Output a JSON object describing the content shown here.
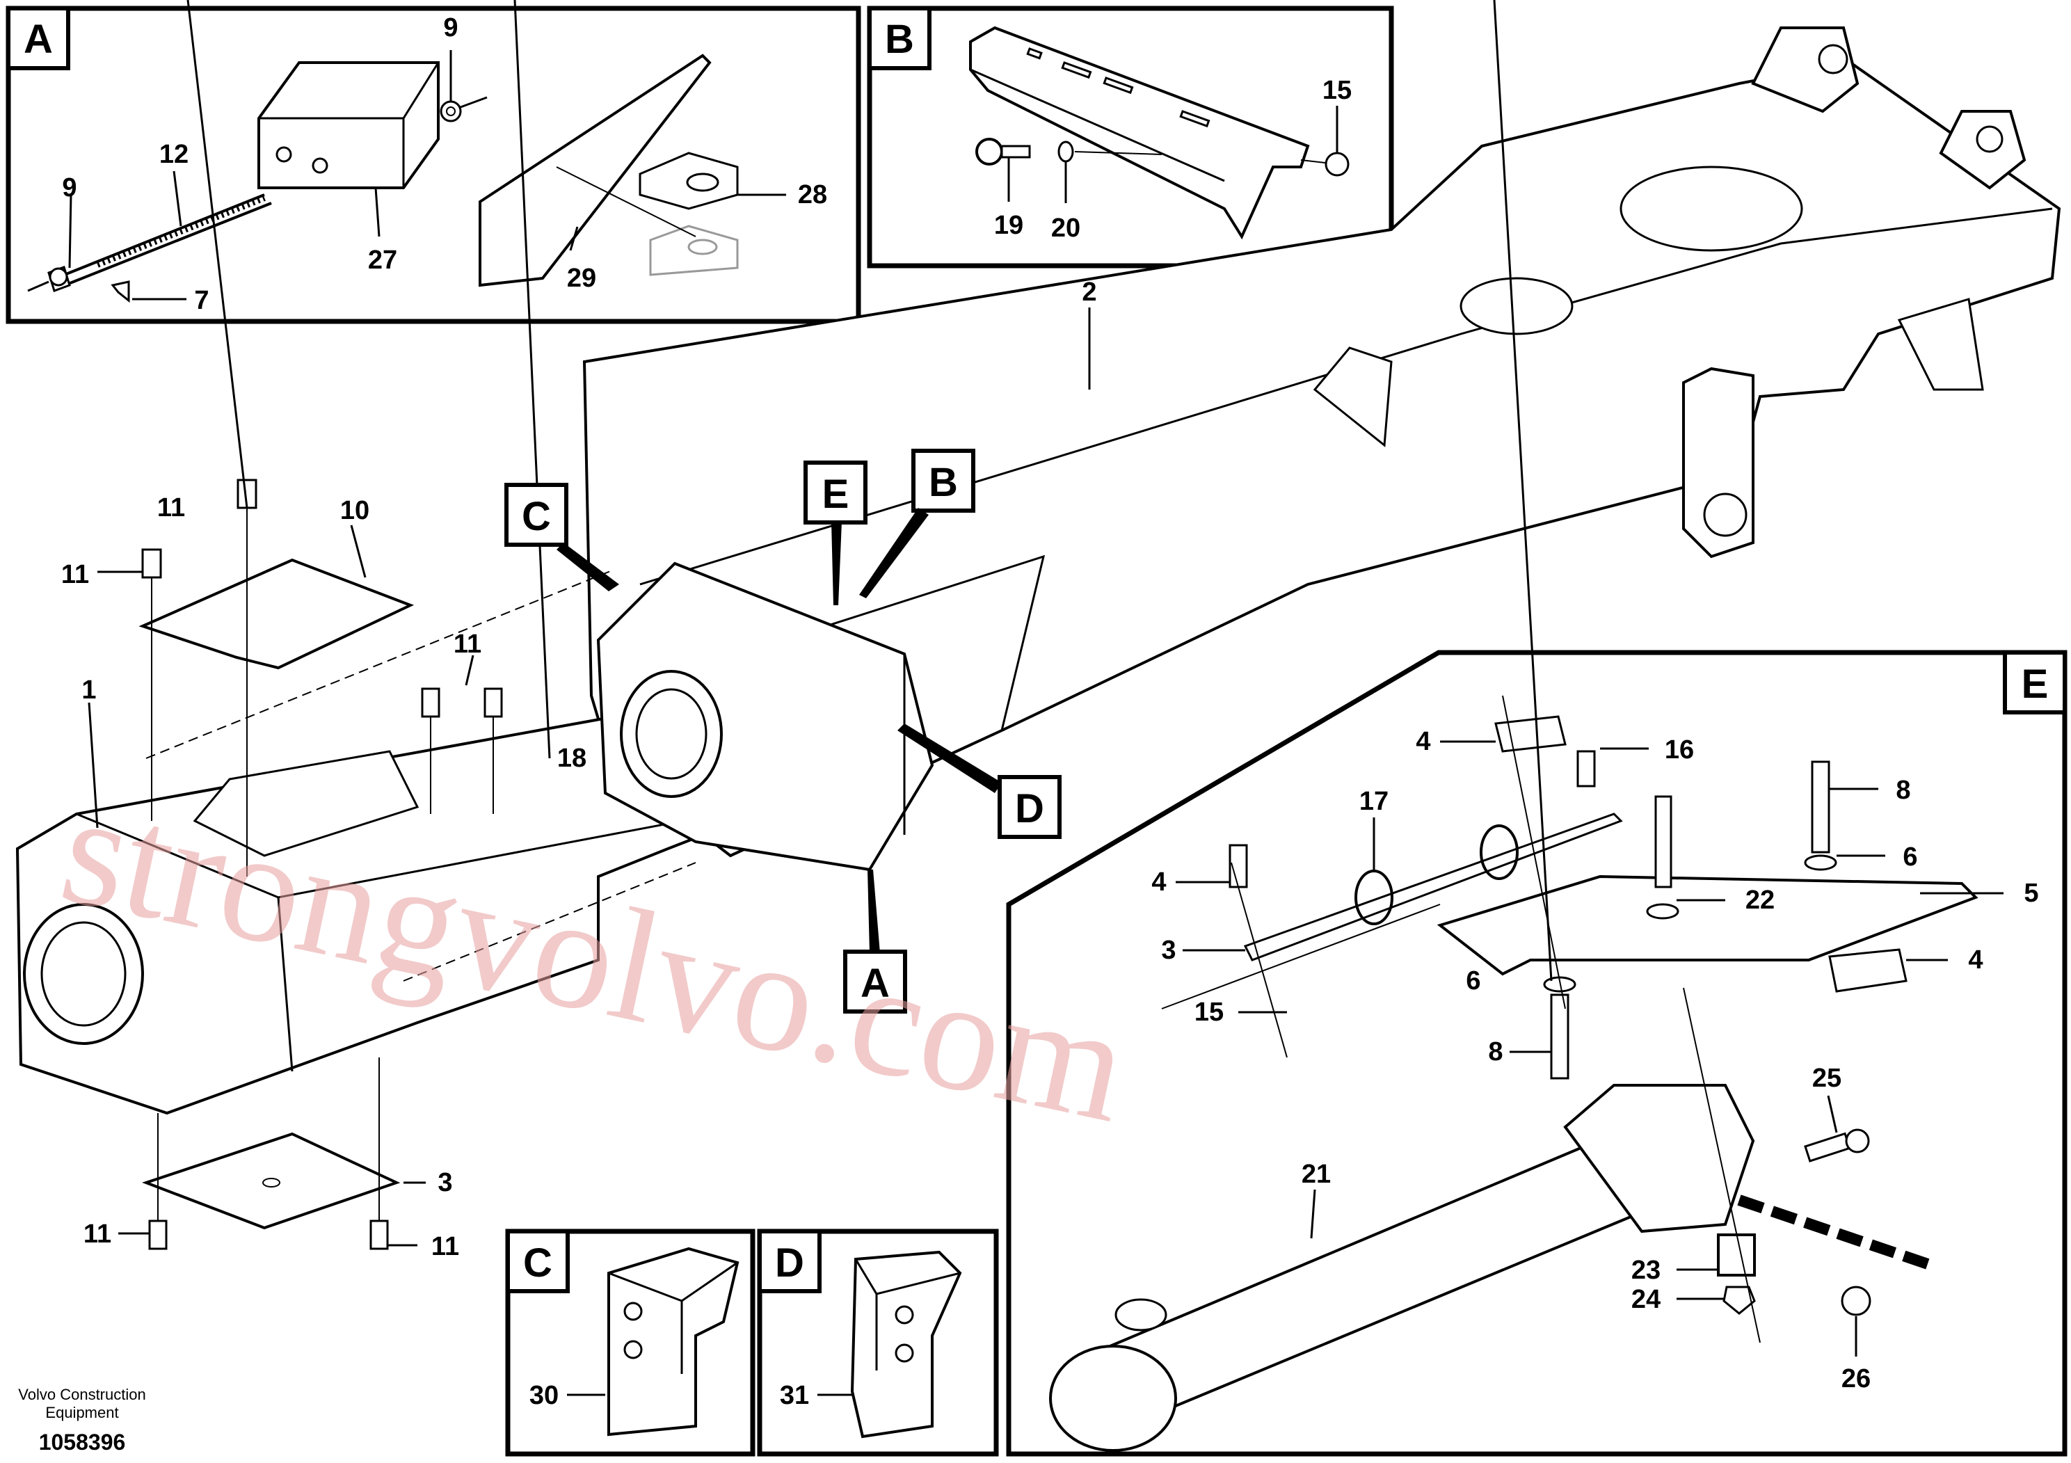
{
  "panels": {
    "A": "A",
    "B": "B",
    "C": "C",
    "D": "D",
    "E": "E"
  },
  "callouts": {
    "C": "C",
    "E": "E",
    "B": "B",
    "D": "D",
    "A": "A"
  },
  "labels": {
    "a9top": "9",
    "a12": "12",
    "a9left": "9",
    "a27": "27",
    "a7": "7",
    "a28": "28",
    "a29": "29",
    "b15": "15",
    "b19": "19",
    "b20": "20",
    "m2": "2",
    "m10": "10",
    "m11a": "11",
    "m11b": "11",
    "m11c": "11",
    "m1": "1",
    "m18": "18",
    "m3": "3",
    "m11d": "11",
    "m11e": "11",
    "c30": "30",
    "d31": "31",
    "e4a": "4",
    "e16": "16",
    "e17": "17",
    "e8a": "8",
    "e6a": "6",
    "e4b": "4",
    "e5": "5",
    "e22": "22",
    "e3": "3",
    "e6b": "6",
    "e4c": "4",
    "e15": "15",
    "e8b": "8",
    "e25": "25",
    "e21": "21",
    "e23": "23",
    "e24": "24",
    "e26": "26"
  },
  "watermark": "strongvolvo.com",
  "footer": {
    "line1": "Volvo Construction",
    "line2": "Equipment",
    "doc_id": "1058396"
  }
}
